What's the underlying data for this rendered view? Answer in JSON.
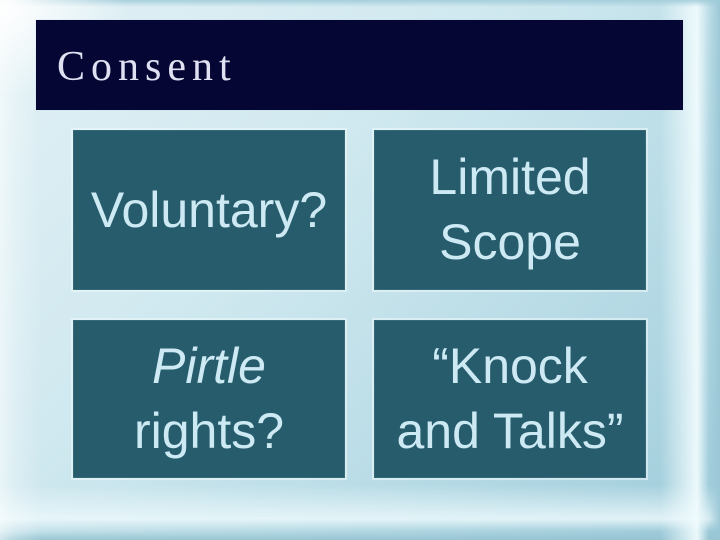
{
  "slide": {
    "title": "Consent",
    "boxes": [
      {
        "id": "voluntary",
        "lines": [
          {
            "text": "Voluntary?"
          }
        ]
      },
      {
        "id": "limited-scope",
        "lines": [
          {
            "text": "Limited"
          },
          {
            "text": "Scope"
          }
        ]
      },
      {
        "id": "pirtle-rights",
        "lines": [
          {
            "text": "Pirtle",
            "italic": true
          },
          {
            "text": "rights?"
          }
        ]
      },
      {
        "id": "knock-and-talks",
        "lines": [
          {
            "text": "“Knock"
          },
          {
            "text": "and Talks”"
          }
        ]
      }
    ],
    "colors": {
      "header_bg": "#060634",
      "header_text": "#dfe1f2",
      "box_bg": "#265c6c",
      "box_text": "#cde9f3",
      "background_mid": "#c9e5ed"
    }
  }
}
